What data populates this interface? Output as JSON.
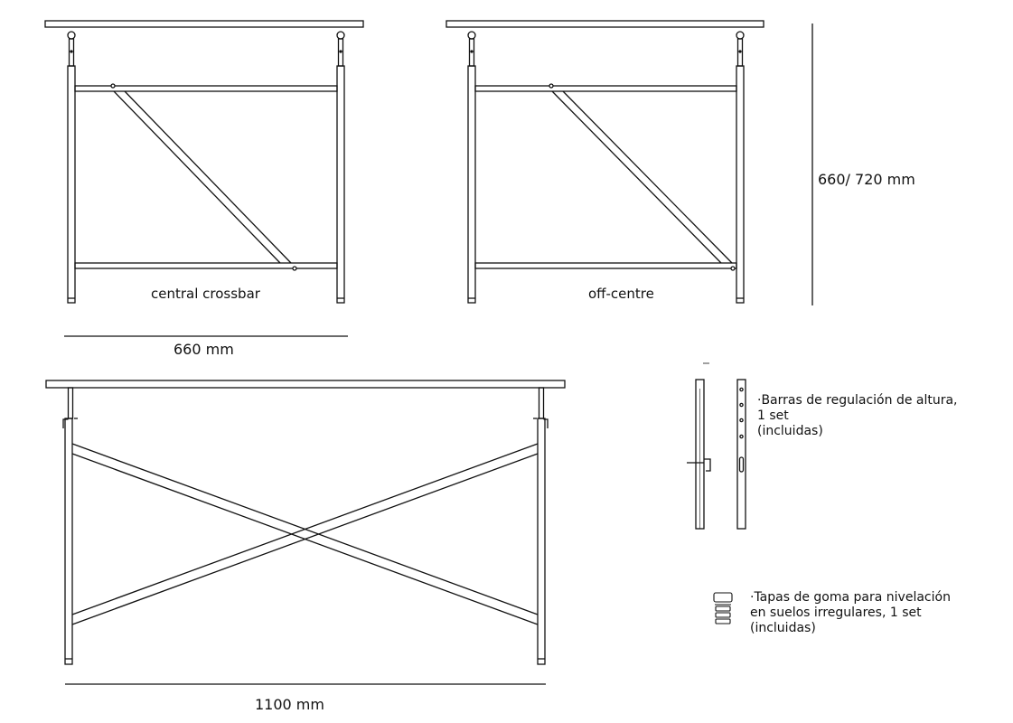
{
  "views": {
    "central_caption": "central crossbar",
    "offcentre_caption": "off-centre"
  },
  "dimensions": {
    "height": "660/ 720 mm",
    "depth": "660 mm",
    "width": "1100 mm"
  },
  "accessories": {
    "height_bars": {
      "line1": "·Barras de regulación de altura,",
      "line2": "1 set",
      "line3": "(incluidas)"
    },
    "rubber_caps": {
      "line1": "·Tapas de goma para nivelación",
      "line2": "en suelos irregulares, 1 set",
      "line3": "(incluidas)"
    }
  },
  "colors": {
    "ink": "#111111",
    "background": "#ffffff"
  }
}
